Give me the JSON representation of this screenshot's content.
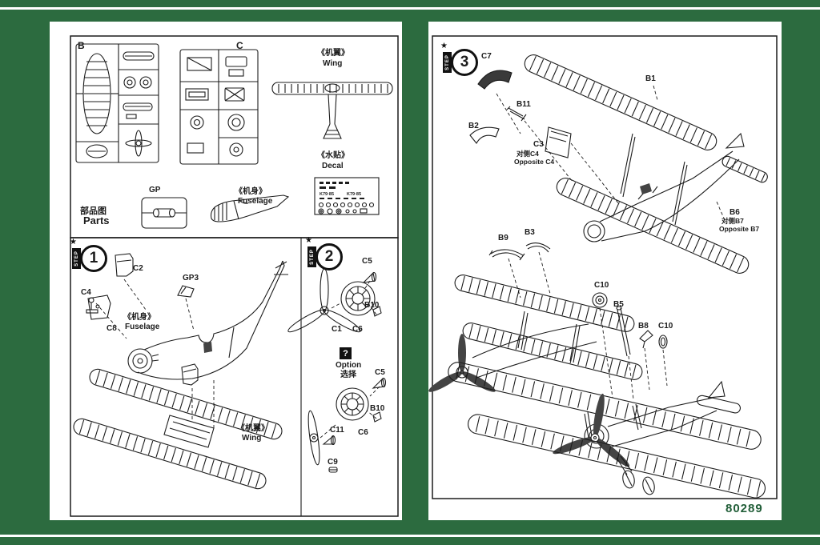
{
  "colors": {
    "background": "#2c6b3f",
    "page": "#ffffff",
    "ink": "#1c1c1c",
    "kit_number": "#215e38"
  },
  "left_page": {
    "parts": {
      "sprue_b": "B",
      "sprue_c": "C",
      "wing_cn": "《机翼》",
      "wing_en": "Wing",
      "decal_cn": "《水贴》",
      "decal_en": "Decal",
      "decal_text_1": "K79·85",
      "decal_text_2": "K79·85",
      "gp": "GP",
      "fuselage_cn": "《机身》",
      "fuselage_en": "Fuselage",
      "parts_cn": "部品图",
      "parts_en": "Parts"
    },
    "step1": {
      "step": "STEP",
      "num": "1",
      "c2": "C2",
      "c4": "C4",
      "c8": "C8",
      "gp3": "GP3",
      "fuselage_cn": "《机身》",
      "fuselage_en": "Fuselage",
      "wing_cn": "《机翼》",
      "wing_en": "Wing"
    },
    "step2": {
      "step": "STEP",
      "num": "2",
      "c5_top": "C5",
      "b10_top": "B10",
      "c1": "C1",
      "c6_top": "C6",
      "option_mark": "?",
      "option_en": "Option",
      "option_cn": "选择",
      "c5_bottom": "C5",
      "b10_bottom": "B10",
      "c11": "C11",
      "c6_bottom": "C6",
      "c9": "C9"
    }
  },
  "right_page": {
    "step3": {
      "step": "STEP",
      "num": "3",
      "c7": "C7",
      "b11": "B11",
      "b2": "B2",
      "b1": "B1",
      "c3": "C3",
      "c3_cn": "对侧C4",
      "c3_en": "Opposite C4",
      "b6": "B6",
      "b6_cn": "对侧B7",
      "b6_en": "Opposite B7",
      "b9": "B9",
      "b3": "B3",
      "c10_top": "C10",
      "b5": "B5",
      "b8": "B8",
      "c10_bottom": "C10"
    },
    "kit_number": "80289"
  }
}
